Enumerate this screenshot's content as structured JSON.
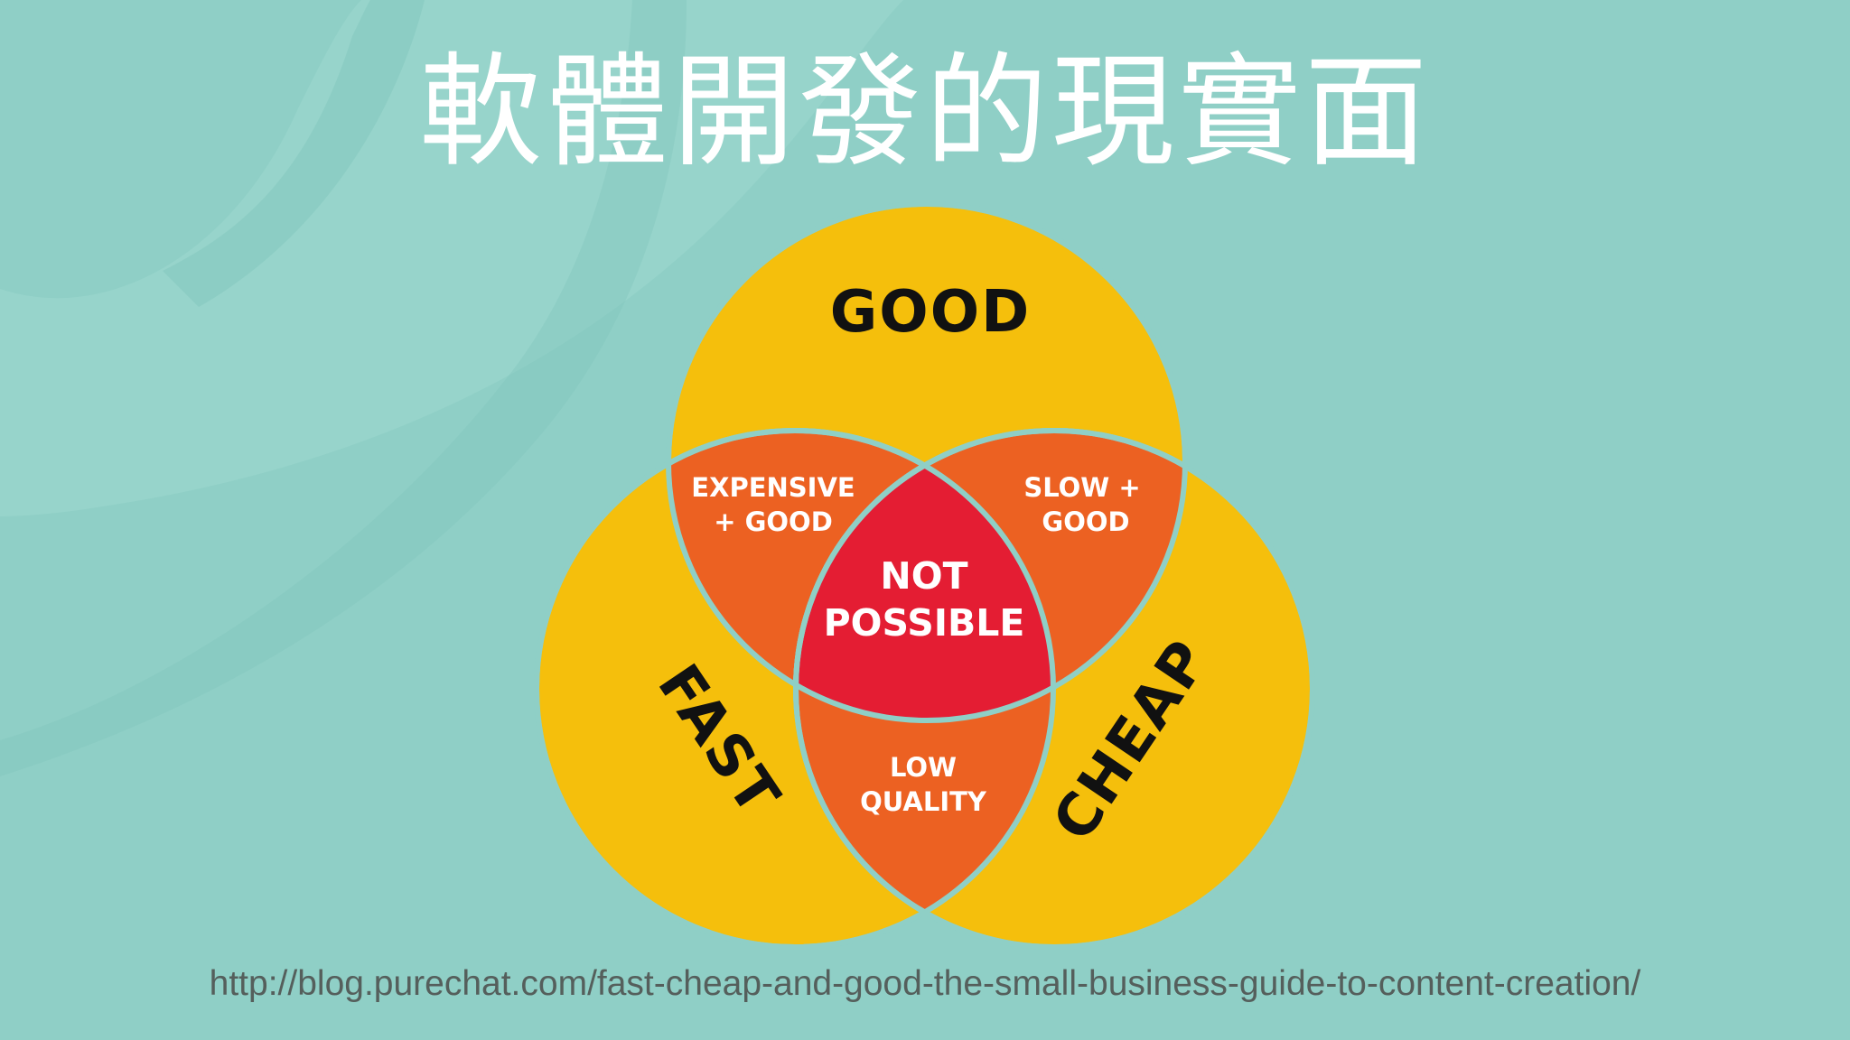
{
  "slide": {
    "title": "軟體開發的現實面",
    "source_url": "http://blog.purechat.com/fast-cheap-and-good-the-small-business-guide-to-content-creation/"
  },
  "venn": {
    "circles": {
      "good": "GOOD",
      "fast": "FAST",
      "cheap": "CHEAP"
    },
    "overlaps": {
      "expensive_good": [
        "EXPENSIVE",
        "+ GOOD"
      ],
      "slow_good": [
        "SLOW +",
        "GOOD"
      ],
      "low_quality": [
        "LOW",
        "QUALITY"
      ],
      "not_possible": [
        "NOT",
        "POSSIBLE"
      ]
    }
  },
  "colors": {
    "background": "#8fcfc6",
    "circle": "#f5bf0c",
    "pair_overlap": "#ec6122",
    "center_overlap": "#e41d33",
    "outline": "#8fcfc6",
    "title": "#ffffff",
    "source_text": "#555f5c"
  }
}
